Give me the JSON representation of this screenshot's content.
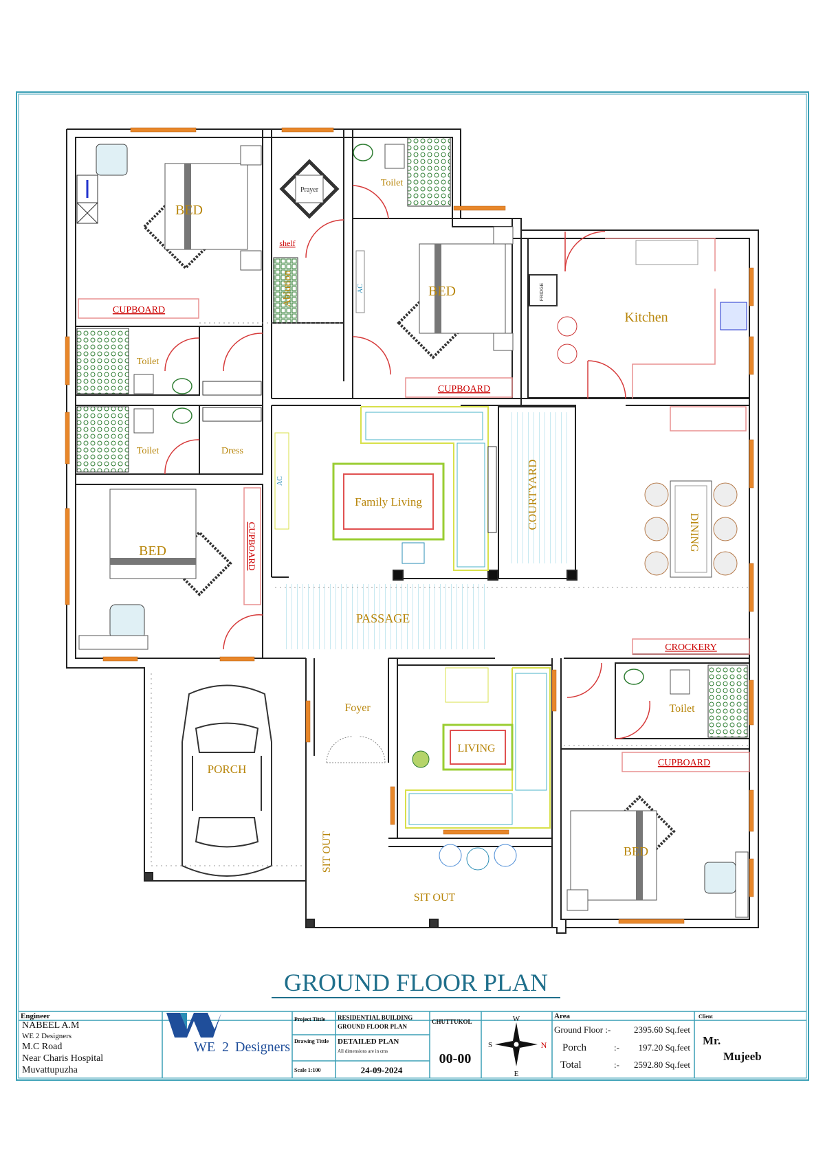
{
  "plan": {
    "title": "GROUND FLOOR PLAN",
    "rooms": {
      "bed_nw": "BED",
      "cupboard_nw": "CUPBOARD",
      "prayer": "Prayer",
      "shelf": "shelf",
      "ablution": "Ablution",
      "toilet_top": "Toilet",
      "ac_mark_1": "AC",
      "bed_top_mid": "BED",
      "cupboard_top_mid": "CUPBOARD",
      "fridge": "FRIDGE",
      "kitchen": "Kitchen",
      "toilet_nw": "Toilet",
      "toilet_w2": "Toilet",
      "dress": "Dress",
      "bed_w": "BED",
      "cupboard_w": "CUPBOARD",
      "ac_mark_2": "AC",
      "family_living": "Family Living",
      "courtyard": "COURTYARD",
      "dining": "DINING",
      "passage": "PASSAGE",
      "crockery": "CROCKERY",
      "foyer": "Foyer",
      "living": "LIVING",
      "porch": "PORCH",
      "sitout_v": "SIT OUT",
      "sitout_h": "SIT OUT",
      "toilet_se": "Toilet",
      "cupboard_se": "CUPBOARD",
      "bed_se": "BED"
    }
  },
  "title_block": {
    "engineer_label": "Engineer",
    "engineer_name": "NABEEL A.M",
    "engineer_firm": "WE 2 Designers",
    "address_1": "M.C Road",
    "address_2": "Near Charis Hospital",
    "address_3": "Muvattupuzha",
    "logo_text_1": "WE",
    "logo_text_2": "2",
    "logo_text_3": "Designers",
    "project_title_label": "Project Tittle",
    "project_title_1": "RESIDENTIAL BUILDING",
    "project_title_2": "GROUND FLOOR PLAN",
    "location": "CHUTTUKOL",
    "drawing_title_label": "Drawing Tittle",
    "drawing_title": "DETAILED PLAN",
    "drawing_note": "All dimensions are in cms",
    "sheet_no": "00-00",
    "scale_label": "Scale 1:100",
    "date": "24-09-2024",
    "compass_n": "N",
    "compass_s": "S",
    "compass_e": "E",
    "compass_w": "W",
    "area_label": "Area",
    "area_rows": [
      {
        "name": "Ground Floor :-",
        "value": "2395.60 Sq.feet"
      },
      {
        "name": "Porch",
        "sep": ":-",
        "value": "197.20 Sq.feet"
      },
      {
        "name": "Total",
        "sep": ":-",
        "value": "2592.80 Sq.feet"
      }
    ],
    "client_label": "Client",
    "client_name_1": "Mr.",
    "client_name_2": "Mujeeb"
  },
  "colors": {
    "border": "#3a9fb5",
    "room_label": "#b8860b",
    "red_label": "#cc0000",
    "window": "#e8872a",
    "title": "#1f6f8b"
  }
}
